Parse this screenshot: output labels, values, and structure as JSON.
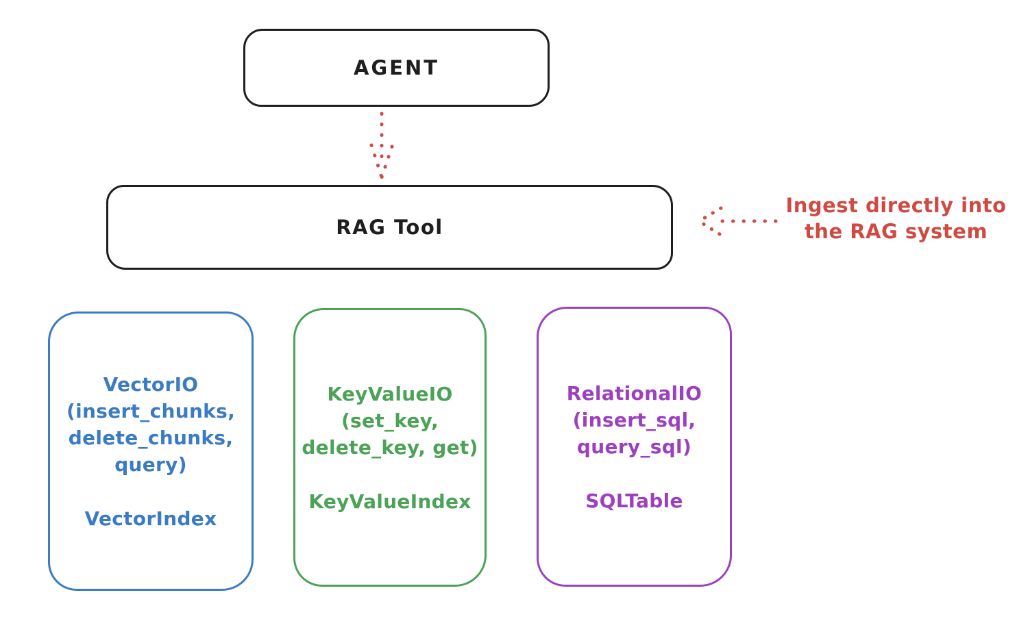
{
  "colors": {
    "ink": "#1e1e1e",
    "red": "#d04a43",
    "blue": "#3b7bc4",
    "green": "#4ca257",
    "purple": "#9c40c0"
  },
  "agent": {
    "label": "AGENT"
  },
  "rag_tool": {
    "label": "RAG Tool"
  },
  "annotation": {
    "line1": "Ingest directly into",
    "line2": "the RAG system"
  },
  "stores": [
    {
      "name": "vector-io",
      "color": "#3b7bc4",
      "lines": [
        "VectorIO",
        "(insert_chunks,",
        "delete_chunks,",
        "query)"
      ],
      "index": "VectorIndex"
    },
    {
      "name": "keyvalue-io",
      "color": "#4ca257",
      "lines": [
        "KeyValueIO",
        "(set_key,",
        "delete_key, get)"
      ],
      "index": "KeyValueIndex"
    },
    {
      "name": "relational-io",
      "color": "#9c40c0",
      "lines": [
        "RelationalIO",
        "(insert_sql,",
        "query_sql)"
      ],
      "index": "SQLTable"
    }
  ]
}
